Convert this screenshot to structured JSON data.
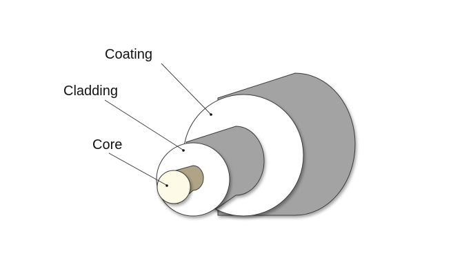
{
  "labels": {
    "coating": "Coating",
    "cladding": "Cladding",
    "core": "Core"
  },
  "colors": {
    "background": "#ffffff",
    "coating_side": "#a3a3a3",
    "cladding_side": "#a3a3a3",
    "core_side": "#b0a486",
    "face_fill": "#ffffff",
    "core_face": "#fdfbe6",
    "outline": "#3c3c3c"
  }
}
